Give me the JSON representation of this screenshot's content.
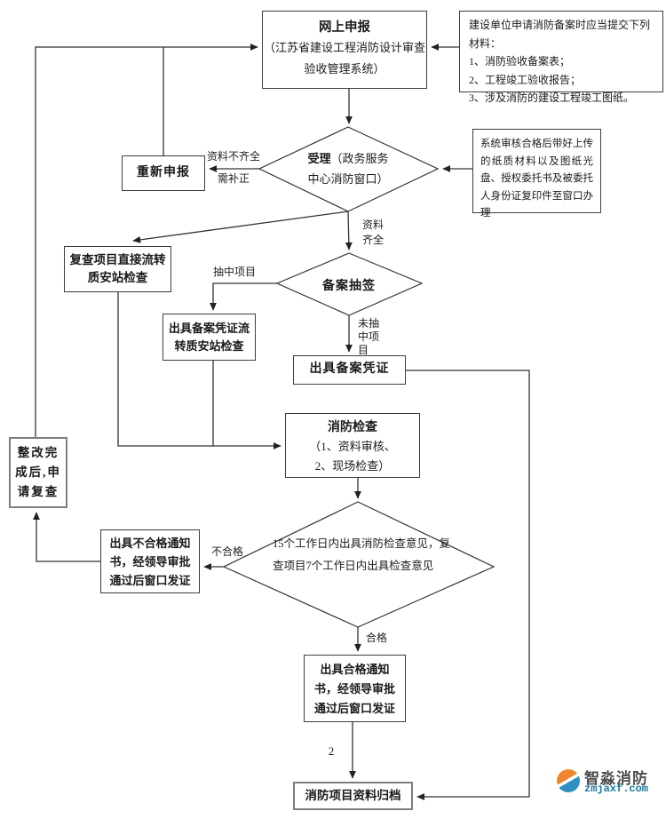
{
  "colors": {
    "line_color": "#333333",
    "box_border": "#3d3d3d",
    "gray_border": "#7d7d7d",
    "logo_orange": "#f0862c",
    "logo_blue": "#2e8fc0",
    "logo_name_color": "#4d4d4d",
    "logo_url_color": "#17789d"
  },
  "nodes": {
    "online": {
      "title": "网上申报",
      "subtitle": "（江苏省建设工程消防设计审查验收管理系统）"
    },
    "materials": {
      "lines": [
        "建设单位申请消防备案时应当提交下列材料：",
        "1、消防验收备案表；",
        "2、工程竣工验收报告；",
        "3、涉及消防的建设工程竣工图纸。"
      ]
    },
    "reapply": {
      "label": "重新申报"
    },
    "accept": {
      "title": "受理",
      "subtitle": "（政务服务中心消防窗口）"
    },
    "syscheck": {
      "text": "系统审核合格后带好上传的纸质材料以及图纸光盘、授权委托书及被委托人身份证复印件至窗口办理"
    },
    "recheck_flow": {
      "label": "复查项目直接流转质安站检查"
    },
    "lottery": {
      "label": "备案抽签"
    },
    "cert_flow": {
      "label": "出具备案凭证流转质安站检查"
    },
    "cert": {
      "label": "出具备案凭证"
    },
    "inspect": {
      "title": "消防检查",
      "line1": "（1、资料审核、",
      "line2": "2、现场检查）"
    },
    "rectify": {
      "label": "整改完成后,申请复查"
    },
    "result": {
      "text": "15个工作日内出具消防检查意见，复查项目7个工作日内出具检查意见"
    },
    "fail_notice": {
      "label": "出具不合格通知书，经领导审批通过后窗口发证"
    },
    "pass_notice": {
      "label": "出具合格通知书，经领导审批通过后窗口发证"
    },
    "archive": {
      "label": "消防项目资料归档"
    }
  },
  "edge_labels": {
    "incomplete_1": "资料不齐全",
    "incomplete_2": "需补正",
    "complete": "资料齐全",
    "selected": "抽中项目",
    "not_selected": "未抽中项目",
    "fail": "不合格",
    "pass": "合格"
  },
  "footer": {
    "page_number": "2"
  },
  "logo": {
    "name": "智淼消防",
    "url": "zmjaxf.com"
  }
}
